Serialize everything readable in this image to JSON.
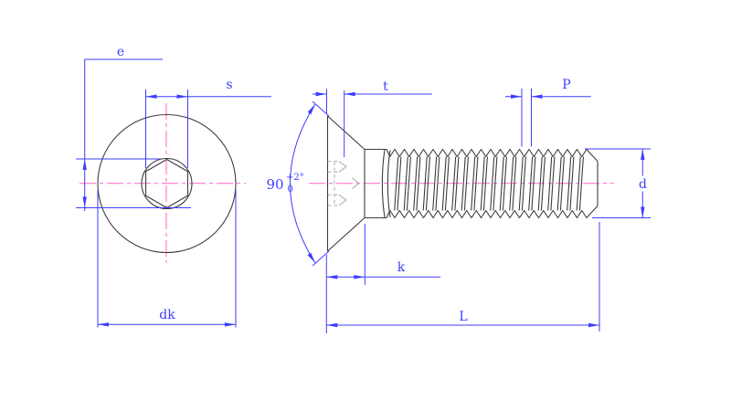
{
  "end_view": {
    "labels": {
      "e": "e",
      "s": "s",
      "dk": "dk"
    }
  },
  "side_view": {
    "labels": {
      "t": "t",
      "p": "P",
      "d": "d",
      "k": "k",
      "l": "L"
    },
    "angle": {
      "value": "90",
      "tol_upper": "+2°",
      "tol_lower": "0"
    }
  },
  "colors": {
    "dimension": "#3d3dff",
    "outline": "#3c3c3c",
    "hidden": "#a9a9a9",
    "centerline": "#ff66c4",
    "background": "#ffffff"
  }
}
